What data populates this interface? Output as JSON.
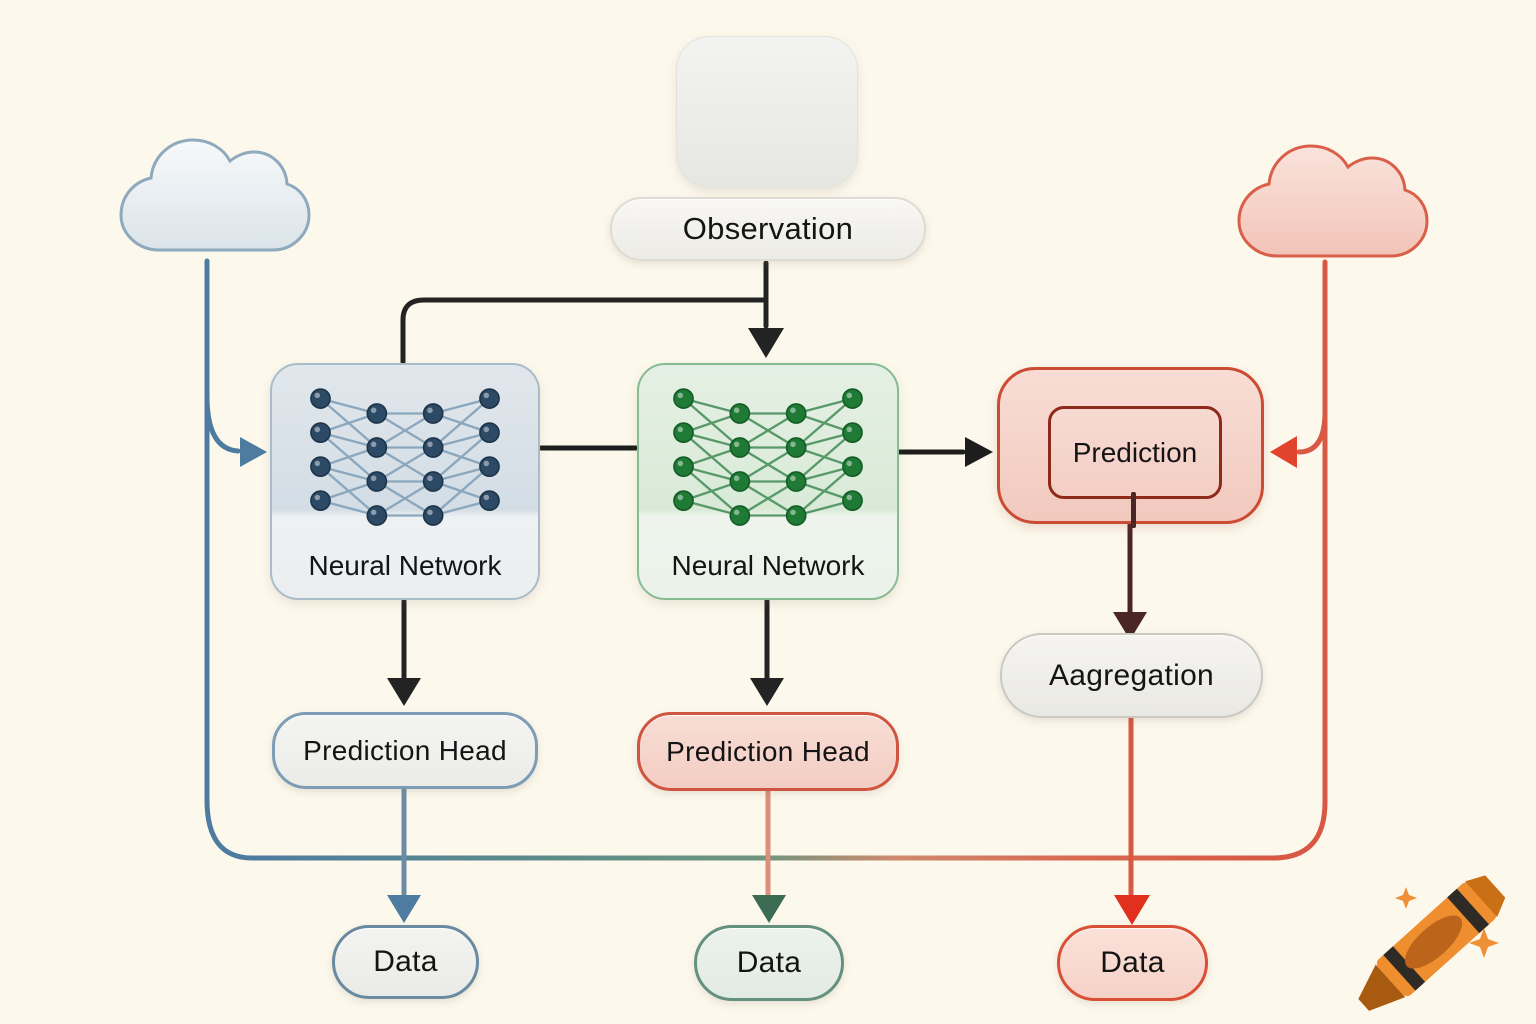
{
  "diagram": {
    "observation": {
      "label": "Observation"
    },
    "nn_left": {
      "label": "Neural Network"
    },
    "nn_center": {
      "label": "Neural Network"
    },
    "prediction": {
      "label": "Prediction"
    },
    "aggregation": {
      "label": "Aagregation"
    },
    "prediction_head_left": {
      "label": "Prediction Head"
    },
    "prediction_head_center": {
      "label": "Prediction Head"
    },
    "data_left": {
      "label": "Data"
    },
    "data_center": {
      "label": "Data"
    },
    "data_right": {
      "label": "Data"
    }
  },
  "icons": {
    "person": "walking-person-icon",
    "cloud_left": "cloud-icon",
    "cloud_right": "cloud-icon",
    "network_left": "neural-network-icon",
    "network_center": "neural-network-icon",
    "logo": "crayon-logo-icon"
  },
  "colors": {
    "background": "#fcf8ec",
    "blue_accent": "#4e7ca0",
    "green_accent": "#2c7d3f",
    "red_accent": "#d85843",
    "dark_arrow": "#222222",
    "maroon_arrow": "#4a2626",
    "crayon_orange": "#ef8e2f"
  }
}
